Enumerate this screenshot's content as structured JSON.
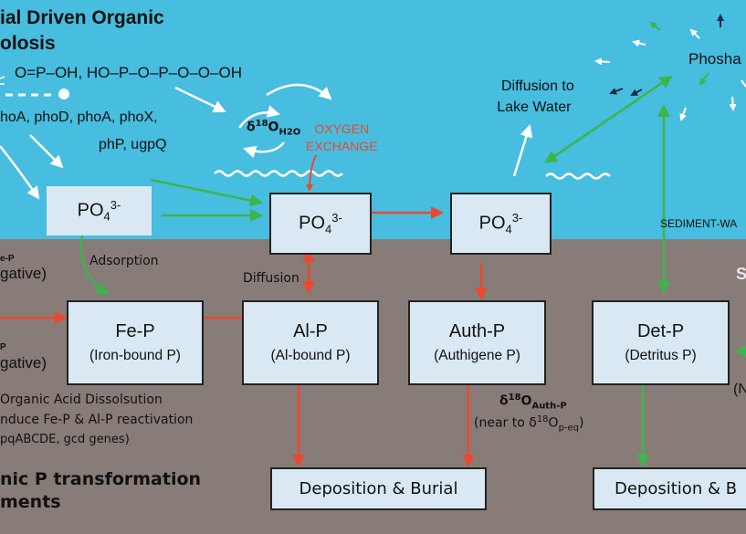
{
  "diagram": {
    "title_lines": [
      "ial Driven Organic",
      "olosis"
    ],
    "formula": "O=P–OH,  HO–P–O–P–O–O–OH",
    "genes_line1": "hoA, phoD, phoA, phoX,",
    "genes_line2": "phP,  ugpQ",
    "delta_h2o": {
      "delta": "δ",
      "sup": "18",
      "base": "O",
      "sub": "H2O"
    },
    "oxygen_exchange": [
      "OXYGEN",
      "EXCHANGE"
    ],
    "diffusion_lake": [
      "Diffusion to",
      "Lake Water"
    ],
    "phosphate_label": "Phosha",
    "sediment_water_label": "SEDIMENT-WA",
    "sediment_label_partial": "S",
    "po4": {
      "base": "PO",
      "sub": "4",
      "sup": "3-"
    },
    "adsorption_label": "Adsorption",
    "diffusion_label": "Diffusion",
    "left_labels": {
      "fe_p_small": "e-P",
      "fe_p_gative": "gative)",
      "p_small": "P",
      "p_gative": "gative)"
    },
    "boxes": {
      "fe_p": {
        "main": "Fe-P",
        "sub": "(Iron-bound P)"
      },
      "al_p": {
        "main": "Al-P",
        "sub": "(Al-bound P)"
      },
      "auth_p": {
        "main": "Auth-P",
        "sub": "(Authigene P)"
      },
      "det_p": {
        "main": "Det-P",
        "sub": "(Detritus P)"
      }
    },
    "organic_acid_lines": [
      "Organic Acid Dissolsution",
      "nduce Fe-P & Al-P reactivation",
      "pqABCDE, gcd genes)"
    ],
    "delta_auth": {
      "delta": "δ",
      "sup": "18",
      "base": "O",
      "sub": "Auth-P"
    },
    "near_eq": {
      "prefix": "(near to δ",
      "sup": "18",
      "base": "O",
      "sub": "p-eq",
      "suffix": ")"
    },
    "right_partial": "(N",
    "bottom_title_lines": [
      "nic P transformation",
      "ments"
    ],
    "deposition_1": "Deposition & Burial",
    "deposition_2": "Deposition & B",
    "colors": {
      "water": "#47bddf",
      "sediment": "#887c78",
      "box_fill": "#d9e8f3",
      "red_arrow": "#e8492f",
      "green_arrow": "#3cb54a",
      "white_arrow": "#ffffff",
      "dark_arrow": "#1f2a44"
    }
  }
}
